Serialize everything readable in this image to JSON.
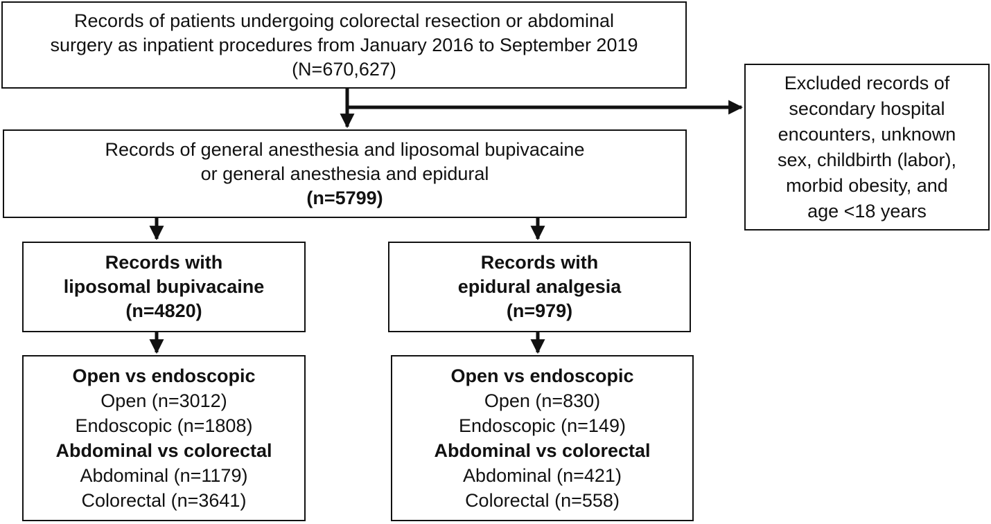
{
  "boxes": {
    "top": {
      "line1": "Records of patients undergoing colorectal resection or abdominal",
      "line2": "surgery as inpatient procedures from January 2016 to September 2019",
      "line3": "(N=670,627)"
    },
    "excluded": {
      "line1": "Excluded records of",
      "line2": "secondary hospital",
      "line3": "encounters, unknown",
      "line4": "sex, childbirth (labor),",
      "line5": "morbid obesity, and",
      "line6": "age <18 years"
    },
    "middle": {
      "line1": "Records of general anesthesia and liposomal bupivacaine",
      "line2": "or general anesthesia and epidural",
      "line3": "(n=5799)"
    },
    "liposomal": {
      "line1": "Records with",
      "line2": "liposomal bupivacaine",
      "line3": "(n=4820)"
    },
    "epidural": {
      "line1": "Records with",
      "line2": "epidural analgesia",
      "line3": "(n=979)"
    },
    "liposomal_detail": {
      "heading1": "Open vs endoscopic",
      "open": "Open (n=3012)",
      "endoscopic": "Endoscopic (n=1808)",
      "heading2": "Abdominal vs colorectal",
      "abdominal": "Abdominal (n=1179)",
      "colorectal": "Colorectal (n=3641)"
    },
    "epidural_detail": {
      "heading1": "Open vs endoscopic",
      "open": "Open (n=830)",
      "endoscopic": "Endoscopic (n=149)",
      "heading2": "Abdominal vs colorectal",
      "abdominal": "Abdominal (n=421)",
      "colorectal": "Colorectal (n=558)"
    }
  },
  "colors": {
    "stroke": "#111111",
    "background": "#ffffff"
  }
}
